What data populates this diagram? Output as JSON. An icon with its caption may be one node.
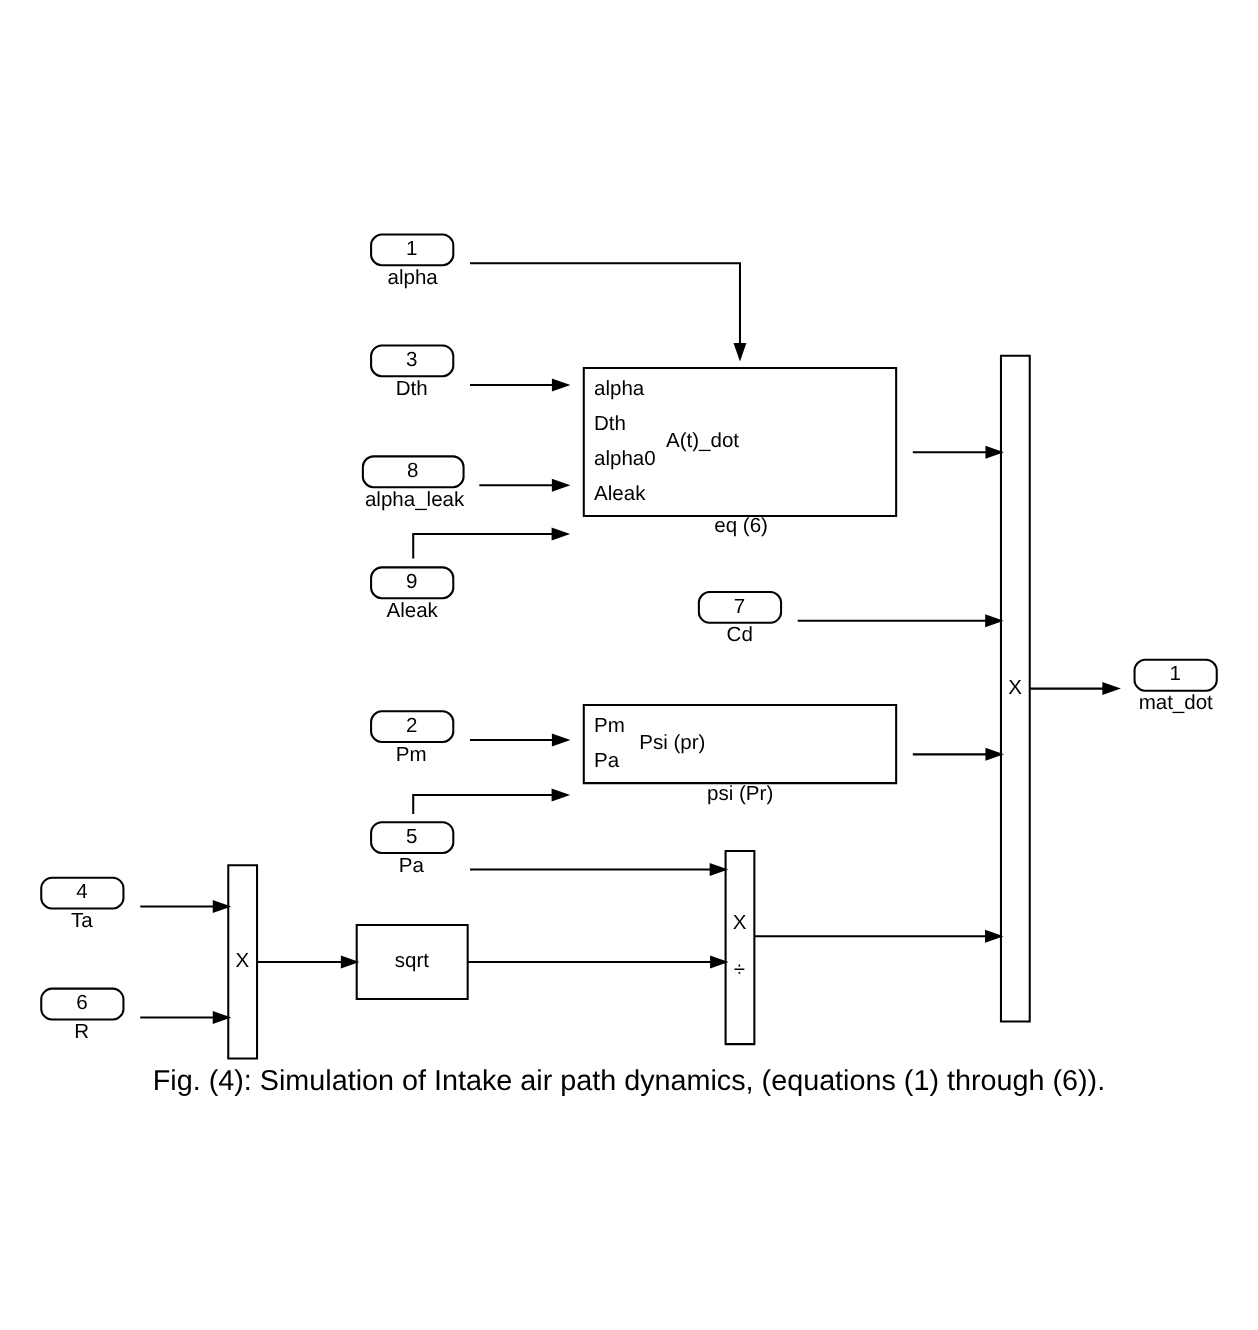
{
  "diagram": {
    "caption": "Fig. (4): Simulation of Intake air path dynamics, (equations (1) through (6)).",
    "nodes": [
      {
        "text": [
          "1"
        ],
        "beside": [
          "alpha"
        ]
      },
      {
        "text": [
          "3"
        ],
        "beside": [
          "Dth"
        ]
      },
      {
        "text": [
          "8"
        ],
        "beside": [
          "alpha_leak"
        ]
      },
      {
        "text": [
          "9"
        ],
        "beside": [
          "Aleak"
        ]
      },
      {
        "text": [
          "7"
        ],
        "beside": [
          "Cd"
        ]
      },
      {
        "text": [
          "alpha",
          "Dth",
          "alpha0",
          "Aleak",
          "A(t)_dot"
        ],
        "beside": [
          "eq (6)"
        ]
      },
      {
        "text": [
          "X"
        ]
      },
      {
        "text": [
          "1"
        ],
        "beside": [
          "mat_dot"
        ]
      },
      {
        "text": [
          "2"
        ],
        "beside": [
          "Pm"
        ]
      },
      {
        "text": [
          "5"
        ],
        "beside": [
          "Pa"
        ]
      },
      {
        "text": [
          "Pm",
          "Pa",
          "Psi (pr)"
        ],
        "beside": [
          "psi (Pr)"
        ]
      },
      {
        "text": [
          "4"
        ],
        "beside": [
          "Ta"
        ]
      },
      {
        "text": [
          "6"
        ],
        "beside": [
          "R"
        ]
      },
      {
        "text": [
          "X"
        ]
      },
      {
        "text": [
          "sqrt"
        ]
      },
      {
        "text": [
          "X",
          "÷"
        ]
      }
    ],
    "edges": [
      {
        "from": 0,
        "to": 5,
        "arrow": "to"
      },
      {
        "from": 1,
        "to": 5,
        "arrow": "to"
      },
      {
        "from": 2,
        "to": 5,
        "arrow": "to"
      },
      {
        "from": 3,
        "to": 5,
        "arrow": "to"
      },
      {
        "from": 5,
        "to": 6,
        "arrow": "to"
      },
      {
        "from": 4,
        "to": 6,
        "arrow": "to"
      },
      {
        "from": 6,
        "to": 7,
        "arrow": "to"
      },
      {
        "from": 8,
        "to": 10,
        "arrow": "to"
      },
      {
        "from": 9,
        "to": 10,
        "arrow": "to"
      },
      {
        "from": 10,
        "to": 6,
        "arrow": "to"
      },
      {
        "from": 9,
        "to": 15,
        "arrow": "to"
      },
      {
        "from": 11,
        "to": 13,
        "arrow": "to"
      },
      {
        "from": 12,
        "to": 13,
        "arrow": "to"
      },
      {
        "from": 13,
        "to": 14,
        "arrow": "to"
      },
      {
        "from": 14,
        "to": 15,
        "arrow": "to"
      },
      {
        "from": 15,
        "to": 6,
        "arrow": "to"
      }
    ]
  }
}
